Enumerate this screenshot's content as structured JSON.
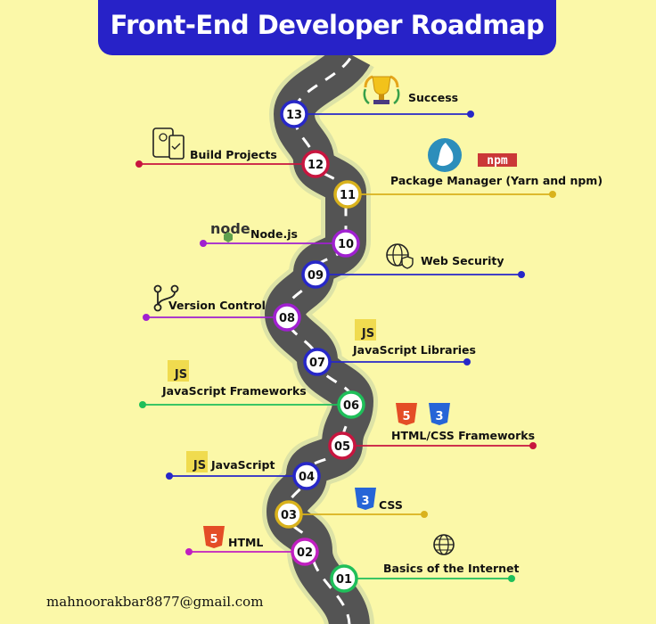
{
  "title": "Front-End Developer Roadmap",
  "contact_email": "mahnoorakbar8877@gmail.com",
  "badges": {
    "npm": "npm",
    "node": "node",
    "js": "JS",
    "html5": "5",
    "css3": "3"
  },
  "colors": {
    "banner": "#2722c8",
    "background": "#fbf8a8",
    "road": "#545454"
  },
  "steps": [
    {
      "num": "01",
      "label": "Basics of the Internet",
      "color": "#1fbf5a",
      "icon": "globe-icon"
    },
    {
      "num": "02",
      "label": "HTML",
      "color": "#c01fc0",
      "icon": "html5-icon"
    },
    {
      "num": "03",
      "label": "CSS",
      "color": "#d9b21c",
      "icon": "css3-icon"
    },
    {
      "num": "04",
      "label": "JavaScript",
      "color": "#2727c8",
      "icon": "javascript-icon"
    },
    {
      "num": "05",
      "label": "HTML/CSS Frameworks",
      "color": "#c8153f",
      "icon": "html-css-icon"
    },
    {
      "num": "06",
      "label": "JavaScript Frameworks",
      "color": "#1fbf5a",
      "icon": "javascript-icon"
    },
    {
      "num": "07",
      "label": "JavaScript Libraries",
      "color": "#2727c8",
      "icon": "javascript-icon"
    },
    {
      "num": "08",
      "label": "Version Control",
      "color": "#a020d0",
      "icon": "git-branch-icon"
    },
    {
      "num": "09",
      "label": "Web Security",
      "color": "#2727c8",
      "icon": "globe-shield-icon"
    },
    {
      "num": "10",
      "label": "Node.js",
      "color": "#a020d0",
      "icon": "nodejs-icon"
    },
    {
      "num": "11",
      "label": "Package Manager (Yarn and npm)",
      "color": "#d9b21c",
      "icon": "yarn-npm-icon"
    },
    {
      "num": "12",
      "label": "Build Projects",
      "color": "#c8153f",
      "icon": "devices-icon"
    },
    {
      "num": "13",
      "label": "Success",
      "color": "#2727c8",
      "icon": "trophy-icon"
    }
  ]
}
